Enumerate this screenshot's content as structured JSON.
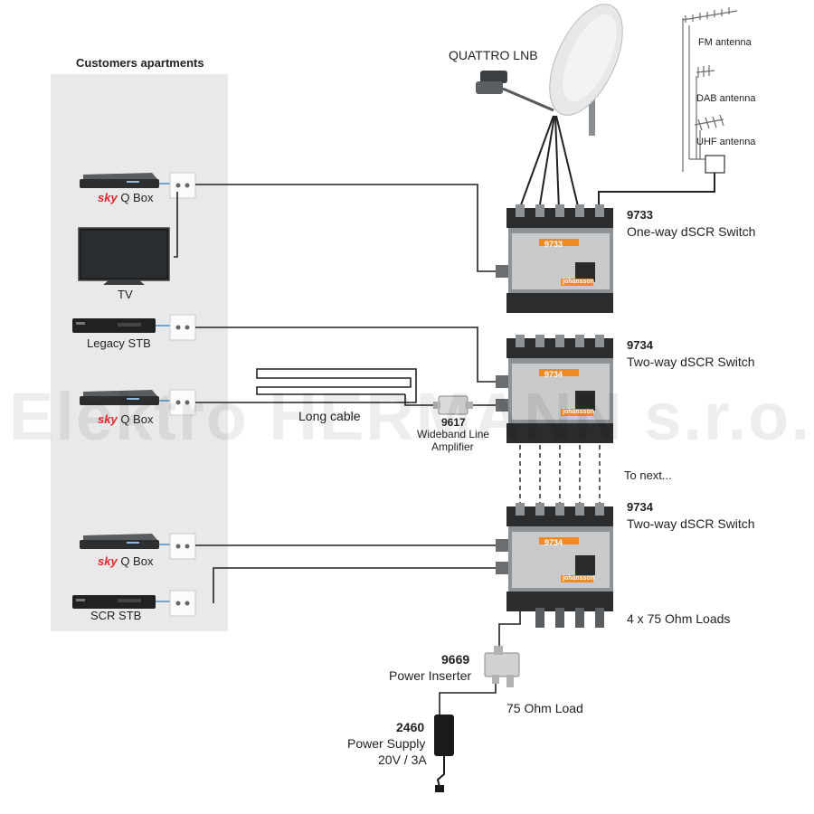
{
  "header": {
    "customers_title": "Customers apartments"
  },
  "devices": {
    "sky_brand": "sky",
    "skyq_box_1": "Q Box",
    "tv": "TV",
    "legacy_stb": "Legacy STB",
    "skyq_box_2": "Q Box",
    "skyq_box_3": "Q Box",
    "scr_stb": "SCR STB"
  },
  "head_end": {
    "lnb": "QUATTRO LNB",
    "fm": "FM antenna",
    "dab": "DAB antenna",
    "uhf": "UHF antenna"
  },
  "switches": [
    {
      "code": "9733",
      "name": "One-way dSCR Switch"
    },
    {
      "code": "9734",
      "name": "Two-way dSCR Switch"
    },
    {
      "code": "9734",
      "name": "Two-way dSCR Switch"
    }
  ],
  "switch_brand": "johansson",
  "amplifier": {
    "code": "9617",
    "line1": "Wideband Line",
    "line2": "Amplifier"
  },
  "long_cable": "Long cable",
  "to_next": "To next...",
  "loads": "4 x 75 Ohm Loads",
  "power_inserter": {
    "code": "9669",
    "name": "Power Inserter"
  },
  "load_single": "75 Ohm Load",
  "power_supply": {
    "code": "2460",
    "name": "Power Supply",
    "spec": "20V / 3A"
  },
  "watermark": "Elektro HERMANN s.r.o.",
  "colors": {
    "panel": "#e9e9e9",
    "sky_red": "#e3262e",
    "switch_orange": "#f08a24",
    "cable": "#222222"
  }
}
